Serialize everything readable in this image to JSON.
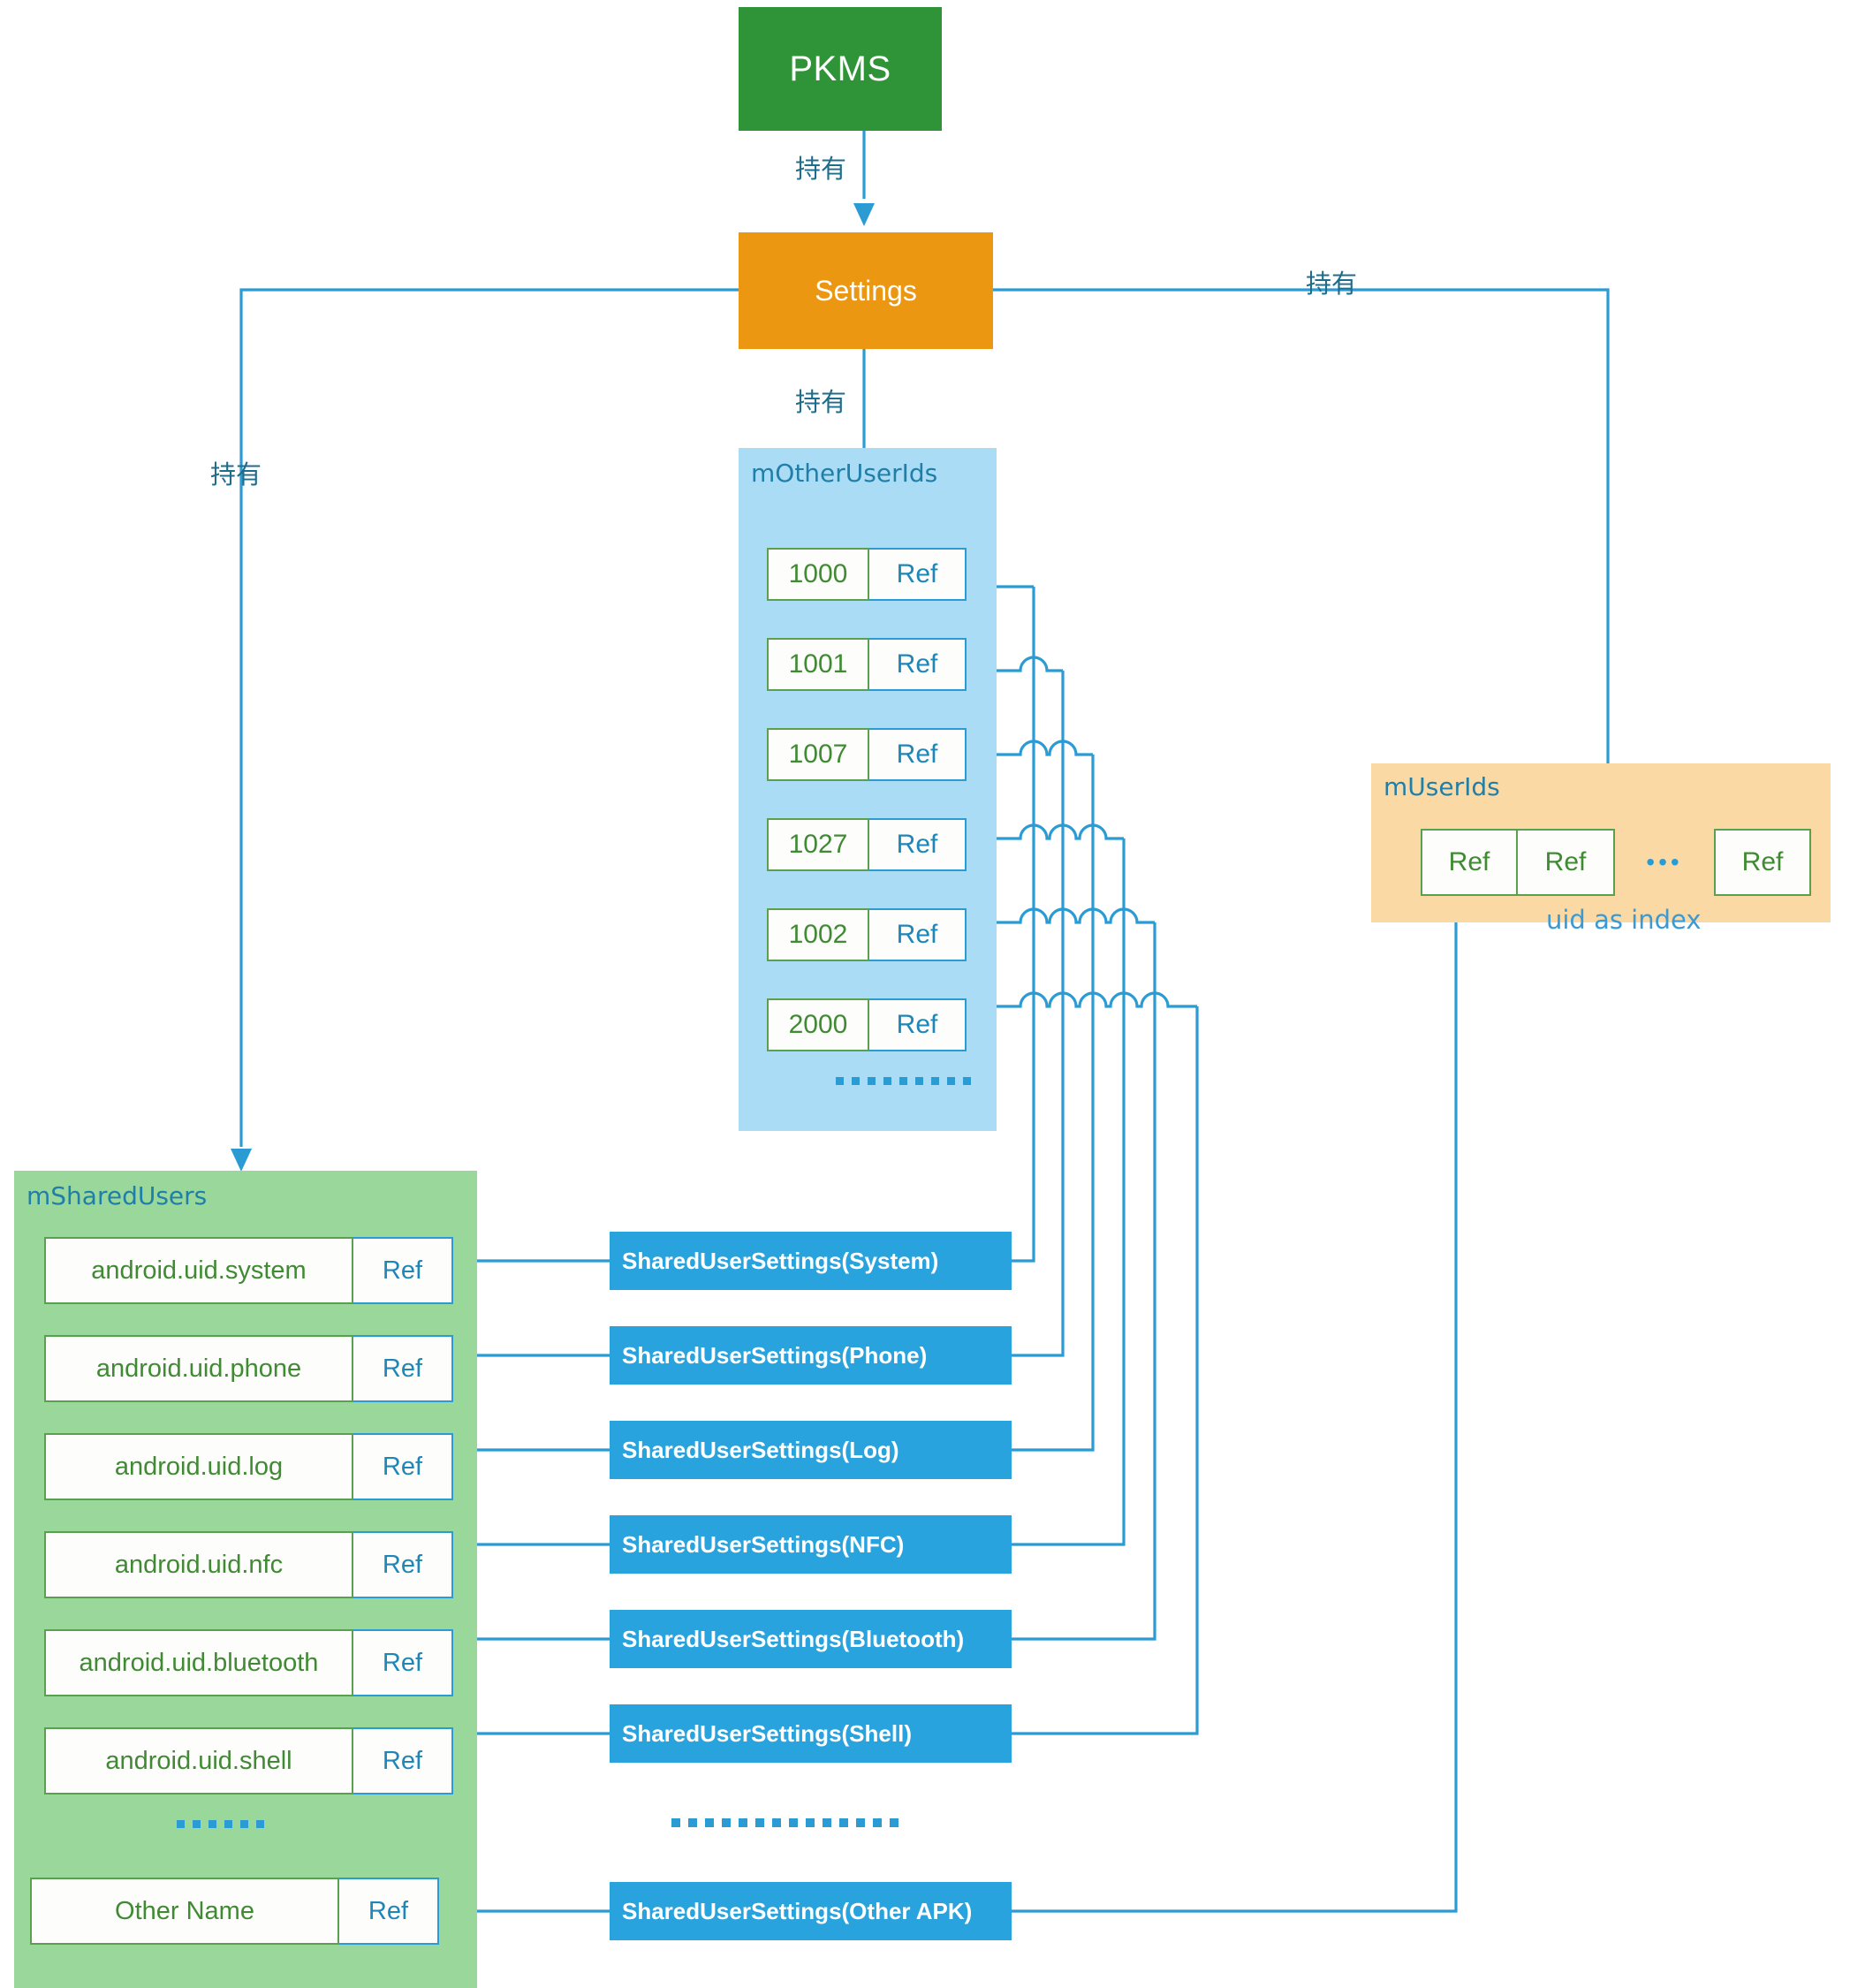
{
  "diagram": {
    "title_nodes": {
      "pkms": "PKMS",
      "settings": "Settings"
    },
    "edge_labels": {
      "pkms_to_settings": "持有",
      "settings_to_other_user_ids": "持有",
      "settings_to_user_ids": "持有",
      "settings_to_shared_users": "持有"
    },
    "colors": {
      "pkms_fill": "#2e9437",
      "settings_fill": "#eb9712",
      "other_user_ids_fill": "#aadcf5",
      "user_ids_fill": "#fbd9a5",
      "shared_users_fill": "#9ad79a",
      "shared_user_settings_fill": "#29a3dd",
      "wire": "#2b9bd4",
      "green_border": "#59a14f",
      "green_text": "#3f8a33",
      "blue_text": "#1f86b8"
    },
    "other_user_ids": {
      "label": "mOtherUserIds",
      "ref_label": "Ref",
      "rows": [
        {
          "uid": "1000",
          "ref": "Ref"
        },
        {
          "uid": "1001",
          "ref": "Ref"
        },
        {
          "uid": "1007",
          "ref": "Ref"
        },
        {
          "uid": "1027",
          "ref": "Ref"
        },
        {
          "uid": "1002",
          "ref": "Ref"
        },
        {
          "uid": "2000",
          "ref": "Ref"
        }
      ],
      "ellipsis_dots": 9
    },
    "user_ids": {
      "label": "mUserIds",
      "cells": [
        "Ref",
        "Ref",
        "Ref"
      ],
      "gap_glyph": "•••",
      "caption": "uid as index"
    },
    "shared_users": {
      "label": "mSharedUsers",
      "rows": [
        {
          "name": "android.uid.system",
          "ref": "Ref"
        },
        {
          "name": "android.uid.phone",
          "ref": "Ref"
        },
        {
          "name": "android.uid.log",
          "ref": "Ref"
        },
        {
          "name": "android.uid.nfc",
          "ref": "Ref"
        },
        {
          "name": "android.uid.bluetooth",
          "ref": "Ref"
        },
        {
          "name": "android.uid.shell",
          "ref": "Ref"
        }
      ],
      "ellipsis_dots": 6,
      "other_row": {
        "name": "Other Name",
        "ref": "Ref"
      }
    },
    "shared_user_settings": {
      "items": [
        "SharedUserSettings(System)",
        "SharedUserSettings(Phone)",
        "SharedUserSettings(Log)",
        "SharedUserSettings(NFC)",
        "SharedUserSettings(Bluetooth)",
        "SharedUserSettings(Shell)"
      ],
      "ellipsis_dots": 14,
      "other_item": "SharedUserSettings(Other APK)"
    }
  }
}
